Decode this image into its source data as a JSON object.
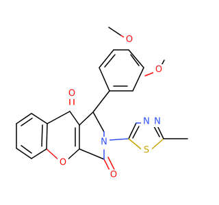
{
  "molecule": {
    "colors": {
      "oxygen": "#ff0d0d",
      "nitrogen": "#3050f8",
      "sulfur": "#c8a400",
      "carbon": "#000000"
    },
    "atom_labels": {
      "methoxy_o_top": "O",
      "methoxy_o_right": "O",
      "carbonyl_o_top": "O",
      "ring_o": "O",
      "carbonyl_o_bottom": "O",
      "pyrrole_n": "N",
      "thiadiazole_n1": "N",
      "thiadiazole_n2": "N",
      "thiadiazole_s": "S"
    }
  }
}
